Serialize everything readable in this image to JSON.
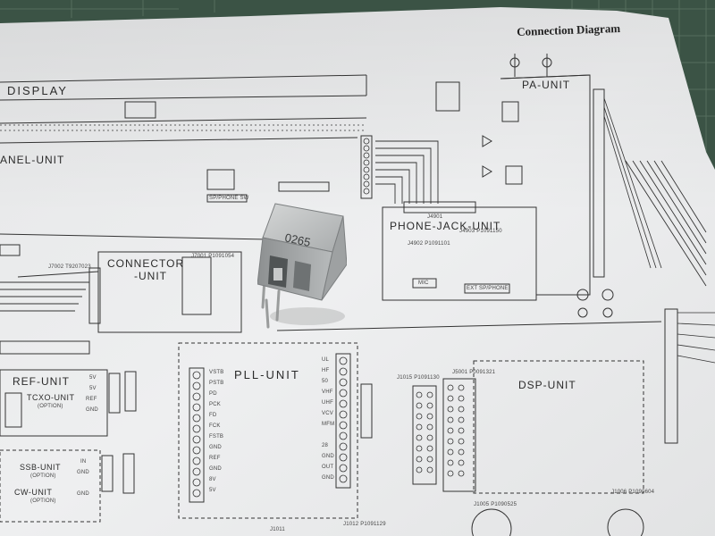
{
  "diagram": {
    "title": "Connection Diagram",
    "units": {
      "display": "DISPLAY",
      "panel": "ANEL-UNIT",
      "pa": "PA-UNIT",
      "connector_1": "CONNECTOR",
      "connector_2": "-UNIT",
      "phone_jack": "PHONE-JACK-UNIT",
      "ref": "REF-UNIT",
      "tcxo": "TCXO-UNIT",
      "tcxo_option": "(OPTION)",
      "pll": "PLL-UNIT",
      "dsp": "DSP-UNIT",
      "ssb": "SSB-UNIT",
      "ssb_option": "(OPTION)",
      "cw": "CW-UNIT",
      "cw_option": "(OPTION)"
    },
    "connectors": {
      "j7001": "J7001 P1091054",
      "j7002": "J7002 T9207023",
      "j4901": "J4901",
      "j4902": "J4902 P1091101",
      "j4903": "J4903 P1091150",
      "j1015": "J1015 P1091130",
      "j5001": "J5001 P0091321",
      "j1005": "J1005 P1090525",
      "j1006": "J1006 P1090604",
      "j1011": "J1011",
      "j1012": "J1012 P1091129"
    },
    "small_labels": {
      "sp_phone_sw": "SP/PHONE SW",
      "mic": "MIC",
      "ext_sp_phone": "EXT SP/PHONE",
      "pll_left": [
        "VSTB",
        "PSTB",
        "PD",
        "PCK",
        "FD",
        "FCK",
        "FSTB",
        "GND",
        "REF",
        "GND",
        "8V",
        "5V"
      ],
      "pll_right": [
        "UL",
        "HF",
        "50",
        "VHF",
        "UHF",
        "VCV",
        "MFM",
        "",
        "28",
        "GND",
        "OUT",
        "GND"
      ],
      "ref_pins": [
        "5V",
        "5V",
        "REF",
        "GND"
      ],
      "ssb_pins": [
        "IN",
        "GND",
        "GND"
      ]
    }
  },
  "object": {
    "marking": "0265"
  },
  "colors": {
    "mat": "#3c5446",
    "paper": "#ecedee",
    "ink": "#2b2b2b",
    "metal": "#b9bcbd"
  }
}
